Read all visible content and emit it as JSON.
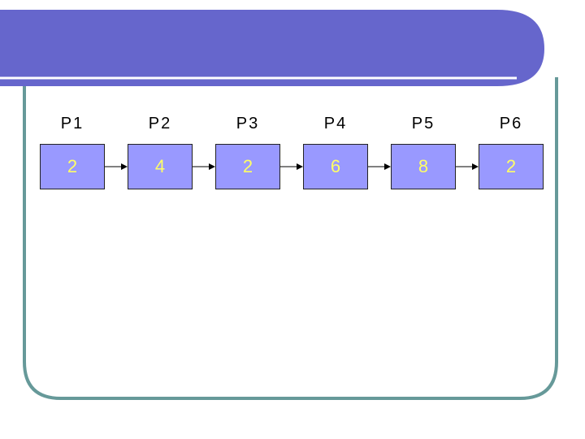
{
  "colors": {
    "header_band": "#6666cc",
    "frame_stroke": "#669999",
    "divider": "#ffffff",
    "box_fill": "#9999ff",
    "value_text": "#ffff66",
    "label_text": "#000000"
  },
  "processes": [
    {
      "label": "P1",
      "value": "2"
    },
    {
      "label": "P2",
      "value": "4"
    },
    {
      "label": "P3",
      "value": "2"
    },
    {
      "label": "P4",
      "value": "6"
    },
    {
      "label": "P5",
      "value": "8"
    },
    {
      "label": "P6",
      "value": "2"
    }
  ]
}
